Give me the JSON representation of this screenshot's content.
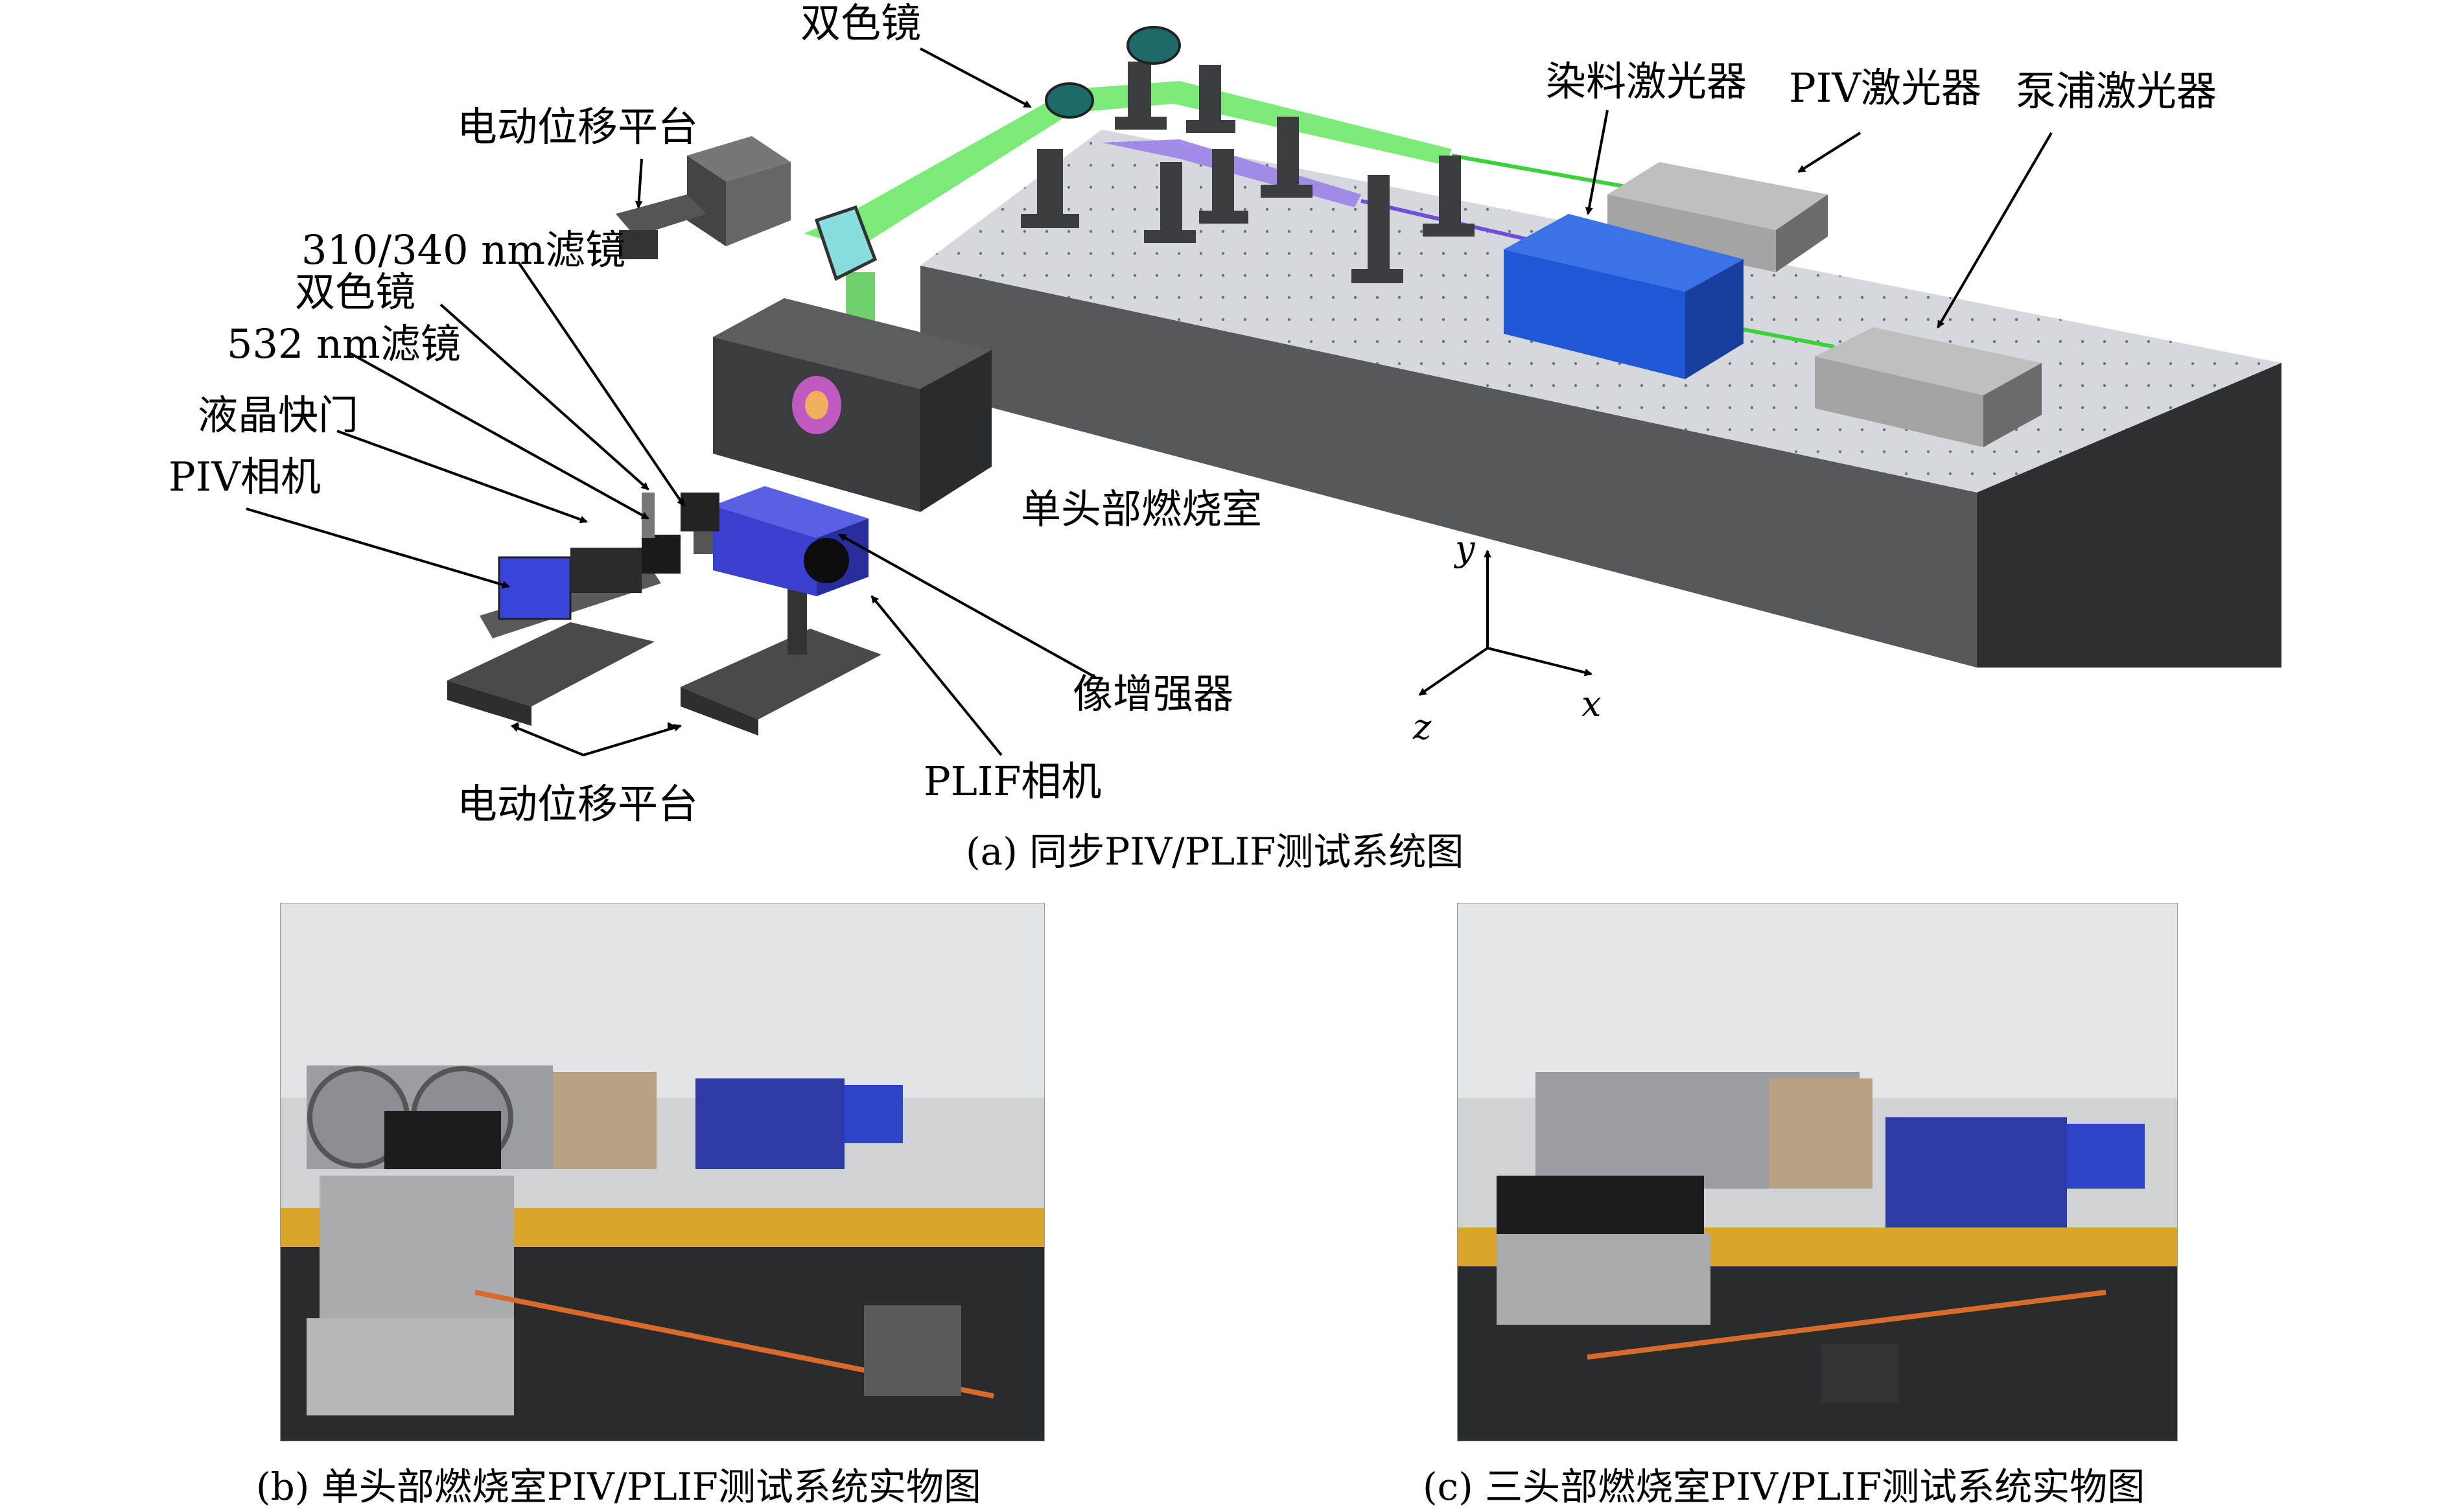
{
  "labels": {
    "dichroic_top": "双色镜",
    "stage_top": "电动位移平台",
    "dye_laser": "染料激光器",
    "piv_laser": "PIV激光器",
    "pump_laser": "泵浦激光器",
    "filter_310_340": "310/340 nm滤镜",
    "dichroic_left": "双色镜",
    "filter_532": "532 nm滤镜",
    "lc_shutter": "液晶快门",
    "piv_camera": "PIV相机",
    "combustor_single": "单头部燃烧室",
    "intensifier": "像增强器",
    "plif_camera": "PLIF相机",
    "stage_bottom": "电动位移平台"
  },
  "axes": {
    "y": "y",
    "x": "x",
    "z": "z"
  },
  "captions": {
    "a": "(a) 同步PIV/PLIF测试系统图",
    "b": "(b) 单头部燃烧室PIV/PLIF测试系统实物图",
    "c": "(c) 三头部燃烧室PIV/PLIF测试系统实物图"
  },
  "colors": {
    "optical_table": "#c9ced3",
    "beam_green": "#6ee86a",
    "beam_violet": "#9f86e8",
    "dye_laser_blue": "#1f57d6",
    "plif_camera_blue": "#3a3fd0",
    "laser_gray": "#a8a8a8"
  }
}
